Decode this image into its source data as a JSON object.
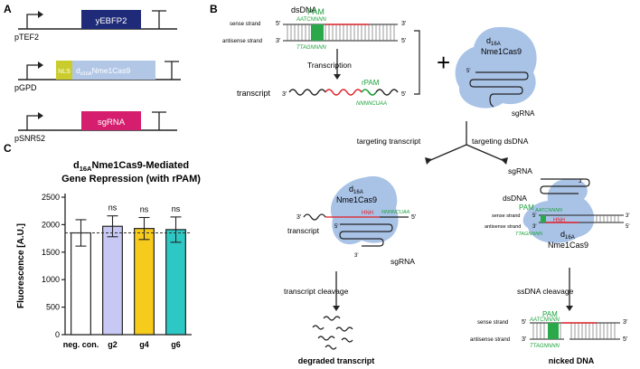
{
  "panels": {
    "a": "A",
    "b": "B",
    "c": "C"
  },
  "panel_a": {
    "constructs": [
      {
        "promoter": "pTEF2",
        "parts": [
          "yEBFP2"
        ]
      },
      {
        "promoter": "pGPD",
        "parts": [
          "NLS",
          "d16A",
          "Nme1Cas9"
        ]
      },
      {
        "promoter": "pSNR52",
        "parts": [
          "sgRNA"
        ]
      }
    ]
  },
  "panel_b": {
    "dsdna_label": "dsDNA",
    "pam_label": "PAM",
    "sense_strand": "sense strand",
    "antisense_strand": "antisense strand",
    "pam_top_seq": "AATCNNNN",
    "pam_bottom_seq": "TTAGNNNN",
    "five_prime": "5'",
    "three_prime": "3'",
    "transcription_label": "Transcription",
    "transcript_label": "transcript",
    "rpam_label": "rPAM",
    "rpam_seq": "NNNNCUAA",
    "plus": "+",
    "cas9_d": "d",
    "cas9_sub": "16A",
    "cas9_name": "Nme1Cas9",
    "sgrna_label": "sgRNA",
    "targeting_transcript": "targeting transcript",
    "targeting_dsdna": "targeting dsDNA",
    "hnh_label": "HNH",
    "transcript_cleavage": "transcript cleavage",
    "ssdna_cleavage": "ssDNA cleavage",
    "degraded_transcript": "degraded transcript",
    "nicked_dna": "nicked DNA"
  },
  "panel_c": {
    "title_prefix": "d",
    "title_sub": "16A",
    "title_line1_rest": "Nme1Cas9-Mediated",
    "title_line2": "Gene Repression (with rPAM)"
  },
  "chart_data": {
    "type": "bar",
    "categories": [
      "neg. con.",
      "g2",
      "g4",
      "g6"
    ],
    "values": [
      1850,
      1970,
      1930,
      1910
    ],
    "errors": [
      240,
      190,
      200,
      230
    ],
    "annotations": [
      "",
      "ns",
      "ns",
      "ns"
    ],
    "colors": [
      "#ffffff",
      "#c7c8f4",
      "#f7cb1c",
      "#2ec8c4"
    ],
    "reference_line": 1850,
    "ylabel": "Fluorescence [A.U.]",
    "yticks": [
      0,
      500,
      1000,
      1500,
      2000,
      2500
    ],
    "ylim": [
      0,
      2500
    ]
  }
}
